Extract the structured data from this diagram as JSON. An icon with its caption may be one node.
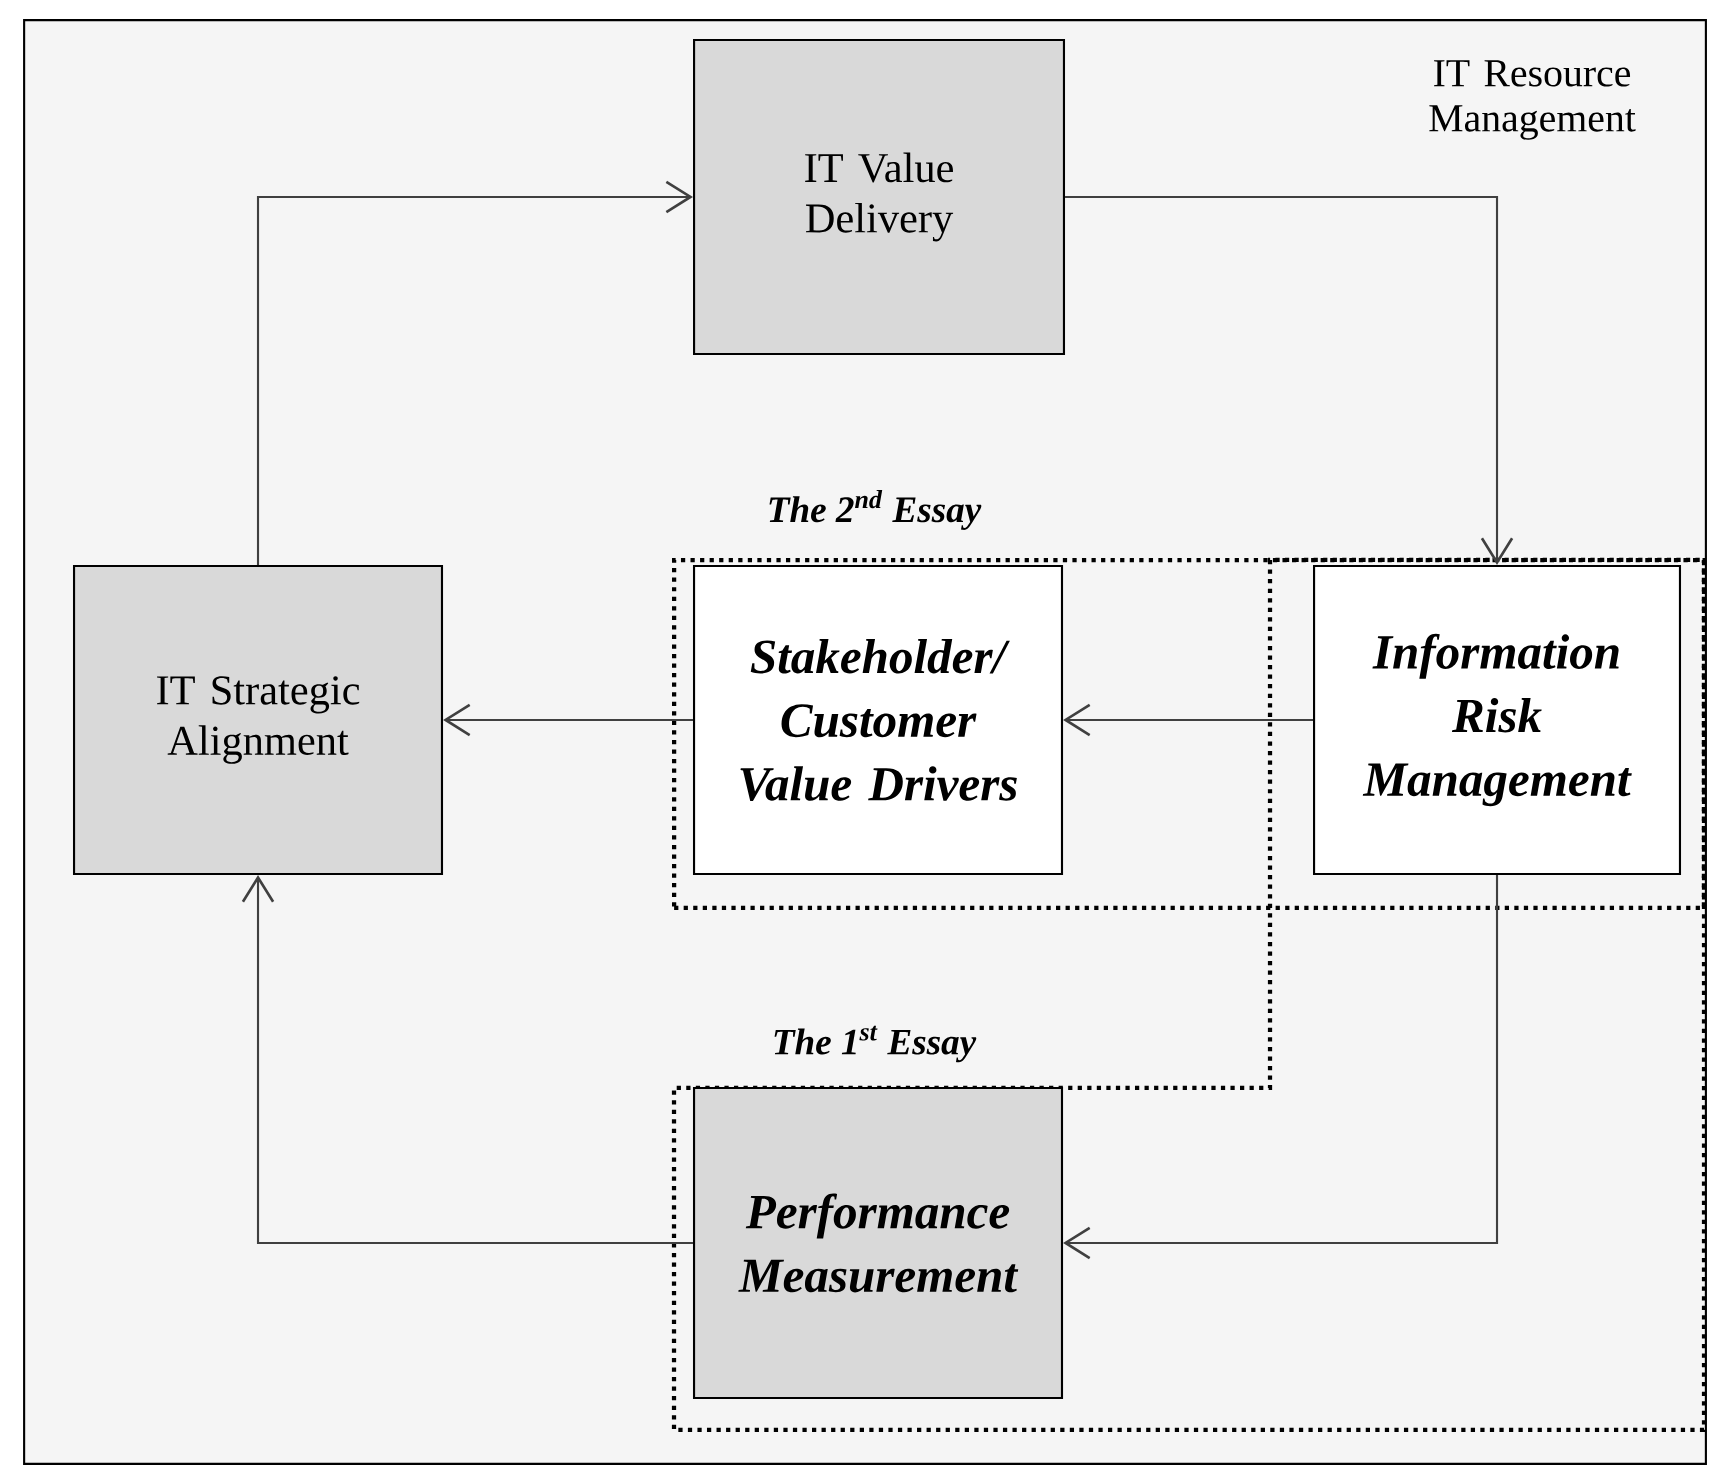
{
  "diagram": {
    "nodes": [
      {
        "text": [
          "IT Resource Management"
        ]
      },
      {
        "text": [
          "IT Value Delivery"
        ],
        "in": 0
      },
      {
        "text": [
          "IT Strategic Alignment"
        ],
        "in": 0
      },
      {
        "text": [
          "The 2$^{nd}$ Essay"
        ],
        "in": 0
      },
      {
        "text": [
          "Stakeholder/ Customer Value Drivers"
        ],
        "in": 3
      },
      {
        "text": [
          "Information Risk Management"
        ],
        "in": 3
      },
      {
        "text": [
          "The 1$^{st}$ Essay"
        ],
        "in": 0
      },
      {
        "text": [
          "Performance Measurement"
        ],
        "in": 6
      }
    ],
    "edges": [
      {
        "from": 1,
        "to": 5,
        "arrow": "to"
      },
      {
        "from": 5,
        "to": 4,
        "arrow": "to"
      },
      {
        "from": 4,
        "to": 2,
        "arrow": "to"
      },
      {
        "from": 2,
        "to": 1,
        "arrow": "to"
      },
      {
        "from": 5,
        "to": 7,
        "arrow": "to"
      },
      {
        "from": 7,
        "to": 2,
        "arrow": "to"
      }
    ]
  }
}
